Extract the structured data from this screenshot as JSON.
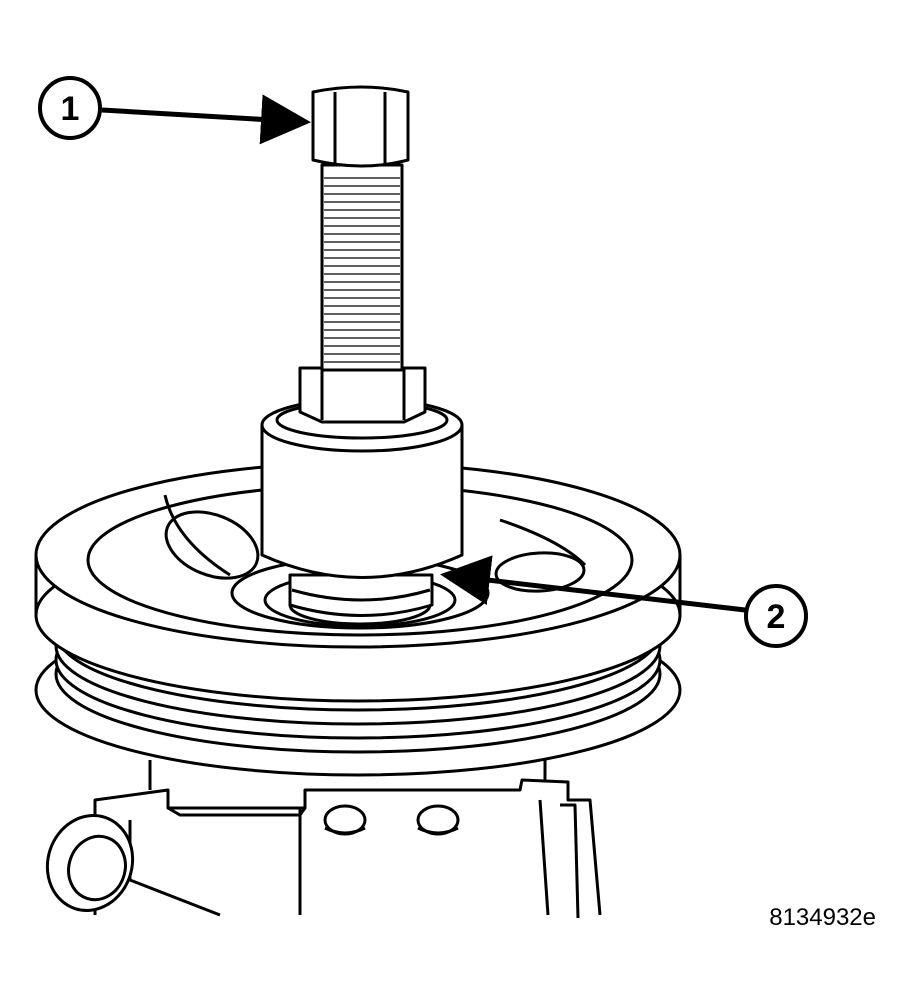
{
  "callouts": [
    {
      "label": "1"
    },
    {
      "label": "2"
    }
  ],
  "figure_code": "8134932e",
  "colors": {
    "ink": "#000000",
    "paper": "#ffffff"
  }
}
